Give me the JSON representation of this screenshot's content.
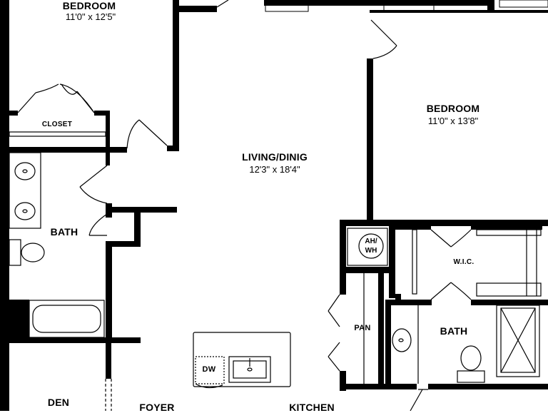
{
  "rooms": {
    "bedroom1": {
      "name": "BEDROOM",
      "dims": "11'0\" x 12'5\""
    },
    "bedroom2": {
      "name": "BEDROOM",
      "dims": "11'0\" x 13'8\""
    },
    "living": {
      "name": "LIVING/DINIG",
      "dims": "12'3\" x 18'4\""
    },
    "closet": {
      "name": "CLOSET"
    },
    "bath1": {
      "name": "BATH"
    },
    "bath2": {
      "name": "BATH"
    },
    "wic": {
      "name": "W.I.C."
    },
    "pan": {
      "name": "PAN"
    },
    "ahwh_line1": "AH/",
    "ahwh_line2": "WH",
    "dw": "DW",
    "den": {
      "name": "DEN"
    },
    "foyer": {
      "name": "FOYER"
    },
    "kitchen": {
      "name": "KITCHEN"
    }
  }
}
